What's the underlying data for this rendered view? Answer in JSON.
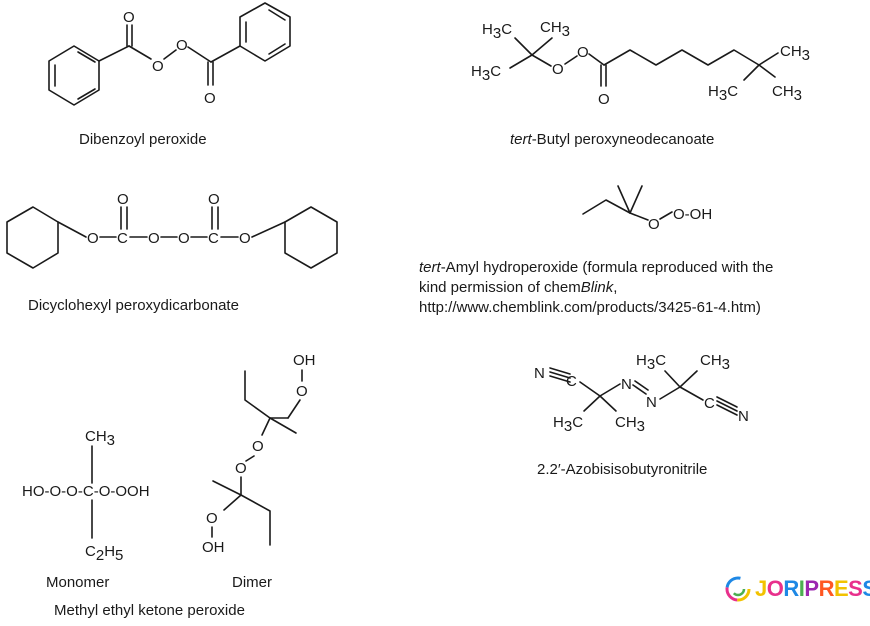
{
  "captions": {
    "dibenzoyl": "Dibenzoyl peroxide",
    "tert_butyl_italic": "tert",
    "tert_butyl_rest": "-Butyl peroxyneodecanoate",
    "dicyclohexyl": "Dicyclohexyl peroxydicarbonate",
    "amyl_italic": "tert",
    "amyl_line1_rest": "-Amyl hydroperoxide (formula reproduced with the",
    "amyl_line2_prefix": "kind permission of chem",
    "amyl_line2_italic": "Blink",
    "amyl_line2_suffix": ",",
    "amyl_line3": "http://www.chemblink.com/products/3425-61-4.htm)",
    "azobis": "2.2′-Azobisisobutyronitrile",
    "monomer": "Monomer",
    "dimer": "Dimer",
    "mek_peroxide": "Methyl ethyl ketone peroxide"
  },
  "atoms": {
    "O": "O",
    "C": "C",
    "N": "N",
    "OH": "OH",
    "CH3": "CH",
    "H3C": "H",
    "C2H5": "C",
    "sub3": "3",
    "sub2": "2",
    "sub5": "5",
    "HO": "HO"
  },
  "logo": {
    "text_jori": "JORI",
    "text_press": "PRESS",
    "colors": [
      "#f2c200",
      "#e8308c",
      "#1e88e5",
      "#4caf50",
      "#9c27b0",
      "#ff5722"
    ]
  }
}
